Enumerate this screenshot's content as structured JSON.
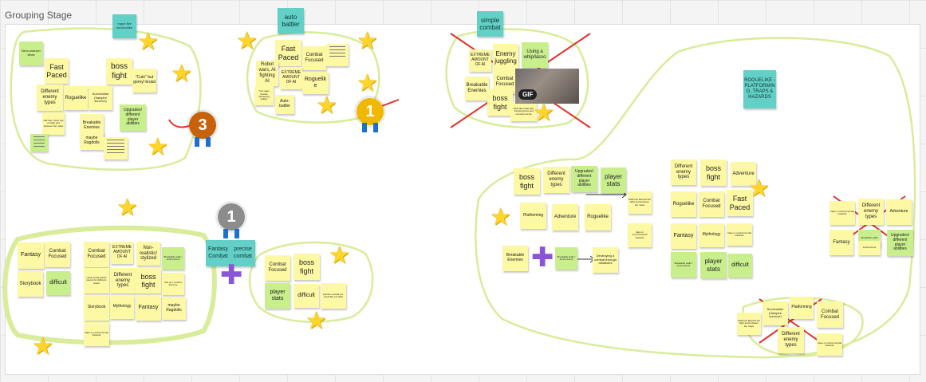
{
  "board": {
    "title": "Grouping Stage"
  },
  "colors": {
    "yellow": "#fdf8a3",
    "green": "#c9ef8c",
    "teal": "#62d0c7",
    "circle": "#d8ec9a",
    "cross": "#e2332b",
    "star": "#ffd52a",
    "plus": "#8a55d6"
  },
  "group1": {
    "header": "rogue like survivorlike",
    "necromancer": "Necromancer vibes",
    "fast_paced": "Fast Paced",
    "boss_fight": "boss fight",
    "cute": "\"Cute\" but gorey/ brutal",
    "diff_enemy": "Different enemy types",
    "roguelike": "Roguelike",
    "survivorlike": "Survivorlike (Vampire survivor)",
    "upgrades": "Upgrades/ different player abilities",
    "skill_tree": "skill tree / level ups on fight and between the maps",
    "breakable": "Breakable Enemies",
    "ragdolls": "maybe Ragdolls",
    "medal": "3"
  },
  "group2": {
    "header": "auto battler",
    "fast_paced": "Fast Paced",
    "combat_focused": "Combat Focused",
    "robot_wars": "Robot wars, AI fighting AI",
    "extreme_ai": "EXTREME AMOUNT OF AI",
    "roguelike": "Roguelike",
    "ai_interact": "Your ages friends interacting sideby",
    "auto_battler": "Auto-battler",
    "medal": "1"
  },
  "group3": {
    "header": "simple combat",
    "extreme_ai": "EXTREME AMOUNT OF AI",
    "enemy_juggling": "Enemy juggling",
    "whiplasso": "Using a whip/lasso",
    "combat_focused": "Combat Focused",
    "breakable": "Breakable Enemies",
    "boss_fight": "boss fight",
    "multi_enemy": "Multi like Isaac-like Jumping boss and monsters at the",
    "gif_label": "GIF"
  },
  "group4": {
    "fantasy": "Fantasy",
    "combat_focused": "Combat Focused",
    "storybook": "Storybook",
    "difficult": "difficult",
    "combat_focused2": "Combat Focused",
    "extreme_ai": "EXTREME AMOUNT OF AI",
    "non_realistic": "Non-realistic/ stylized",
    "breakable_walls": "Breakable walls / environment",
    "using_assets": "Using small assets pieces for different levels",
    "diff_enemy": "Different enemy types",
    "boss_fight": "boss fight",
    "mixup": "Mix up / combat and lore",
    "storybook2": "Storybook",
    "mythology": "Mythology",
    "fantasy2": "Fantasy",
    "ragdolls": "maybe Ragdolls",
    "traps": "traps or environmental hazards"
  },
  "group5": {
    "fantasy_combat": "Fantasy Combat",
    "precise_combat": "precise combat",
    "combat_focused": "Combat Focused",
    "boss_fight": "boss fight",
    "player_stats": "player stats",
    "difficult": "difficult",
    "precise_note": "precise combat (ex. souls like combat)",
    "medal": "1"
  },
  "group6": {
    "header": "ROGUELIKE - PLATFORMING, TRAPS & HAZARDS",
    "boss_fight": "boss fight",
    "diff_enemy": "Different enemy types",
    "upgrades": "Upgrades/ different player abilities",
    "player_stats": "player stats",
    "platforming": "Platforming",
    "adventure": "Adventure",
    "roguelike": "Roguelike",
    "multi_line": "Multi line Metroid-ish fight and between the maps",
    "traps_env": "traps or environmental hazards",
    "breakable": "Breakable Enemies",
    "breakable_walls": "Breakable walls / environment",
    "destroying": "Destroying a combat through obstacles",
    "diff_enemy2": "Different enemy types",
    "boss_fight2": "boss fight",
    "adventure2": "Adventure",
    "roguelike2": "Roguelike",
    "combat_focused": "Combat Focused",
    "fast_paced": "Fast Paced",
    "fantasy": "Fantasy",
    "mythology": "Mythology",
    "traps2": "traps or environmental hazards",
    "breakable_walls2": "Breakable walls / environment",
    "player_stats2": "player stats",
    "difficult": "difficult"
  },
  "group7": {
    "traps": "traps or environmental hazards",
    "diff_enemy": "Different enemy types",
    "adventure": "Adventure",
    "fantasy": "Fantasy",
    "breakable_walls": "Breakable walls",
    "environment": "environment",
    "upgrades": "Upgrades/ different player abilities"
  },
  "group8": {
    "multi_line": "Multi line Metroid-ish fight and between the maps",
    "survivorlike": "Survivorlike (Vampire survivor)",
    "platforming": "Platforming",
    "combat_focused": "Combat Focused",
    "diff_enemy": "Different enemy types",
    "traps": "traps or environmental hazards"
  }
}
